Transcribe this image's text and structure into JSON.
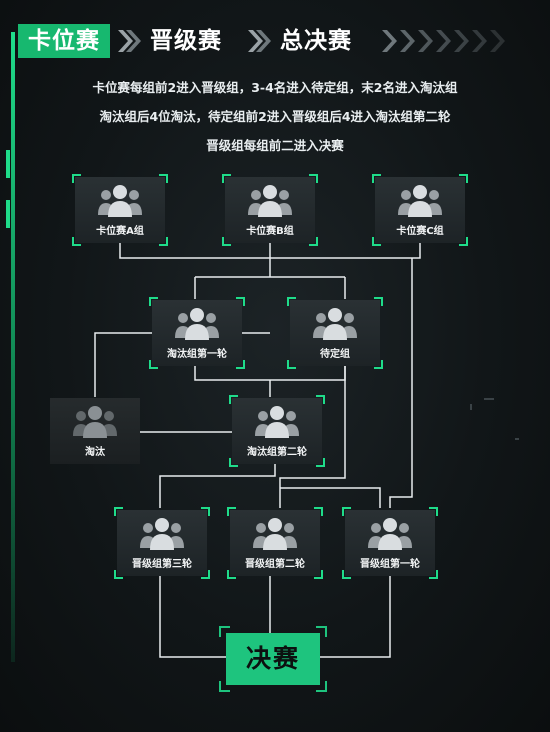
{
  "header": {
    "stages": [
      "卡位赛",
      "晋级赛",
      "总决赛"
    ]
  },
  "rules": [
    "卡位赛每组前2进入晋级组，3-4名进入待定组，末2名进入淘汰组",
    "淘汰组后4位淘汰，待定组前2进入晋级组后4进入淘汰组第二轮",
    "晋级组每组前二进入决赛"
  ],
  "nodes": {
    "group_a": "卡位赛A组",
    "group_b": "卡位赛B组",
    "group_c": "卡位赛C组",
    "elim_round1": "淘汰组第一轮",
    "pending": "待定组",
    "eliminated": "淘汰",
    "elim_round2": "淘汰组第二轮",
    "promo_round3": "晋级组第三轮",
    "promo_round2": "晋级组第二轮",
    "promo_round1": "晋级组第一轮",
    "final": "决赛"
  },
  "colors": {
    "accent": "#1fdc8a",
    "final_fill": "#1ec47e",
    "active_tab": "#17b86f",
    "line": "#e8ecee",
    "dim_people": "#8a9094",
    "people": "#d9dde0"
  },
  "icons": {
    "node_icon": "people-group-icon",
    "arrow_icon": "double-chevron-right-icon"
  }
}
